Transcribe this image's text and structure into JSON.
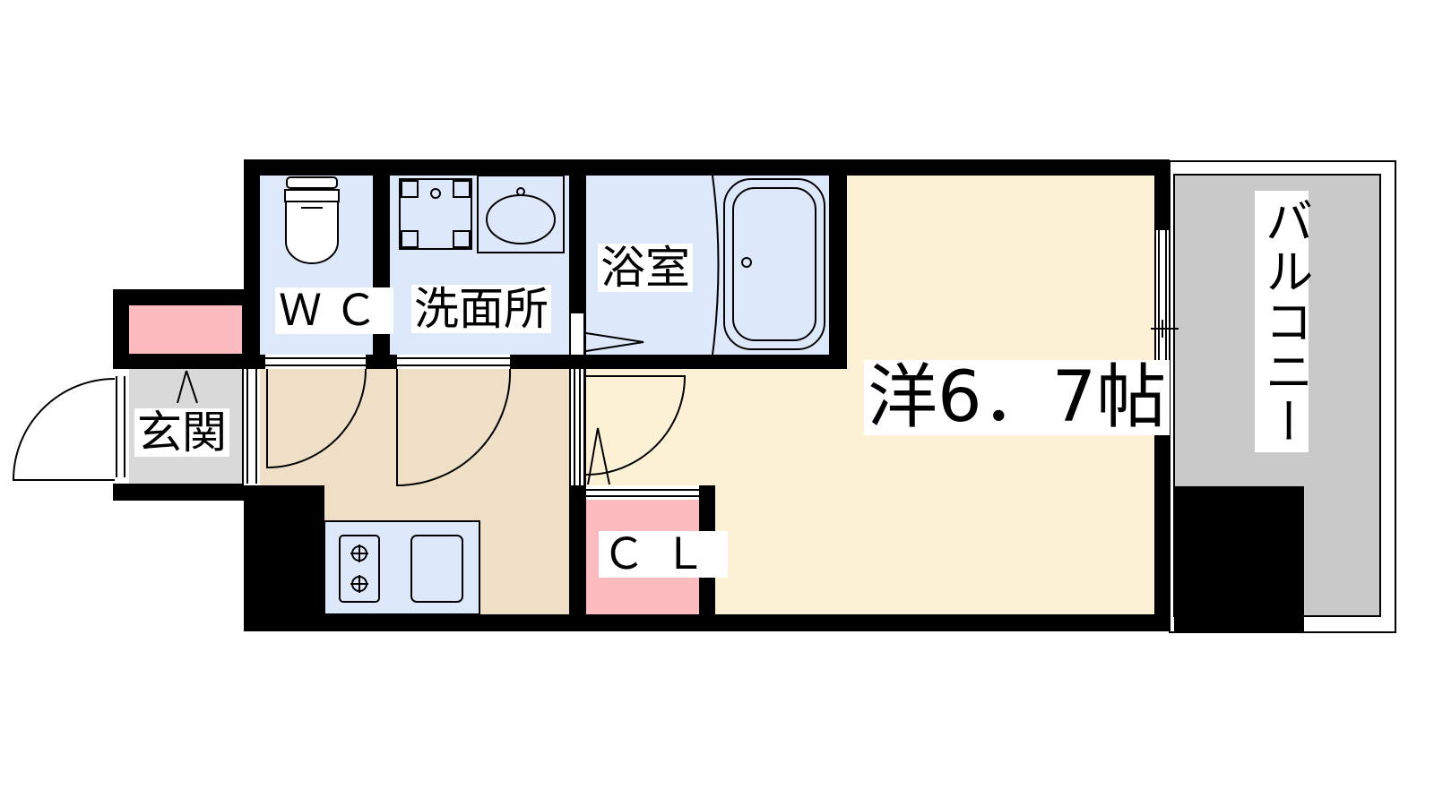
{
  "rooms": {
    "wc": "ＷＣ",
    "washroom": "洗面所",
    "bathroom": "浴室",
    "entrance": "玄関",
    "western_room": "洋6．7帖",
    "closet": "ＣＬ",
    "balcony": "バルコニー"
  },
  "colors": {
    "wall": "#000000",
    "wet_area": "#dde9fb",
    "living": "#fdf1d5",
    "kitchen_floor": "#efdfc7",
    "storage": "#fcbcbf",
    "entrance_floor": "#d9d9d9",
    "balcony": "#c9c9c9"
  },
  "icons": [
    "toilet-icon",
    "washing-machine-icon",
    "sink-icon",
    "bathtub-icon",
    "stove-icon",
    "kitchen-sink-icon"
  ]
}
